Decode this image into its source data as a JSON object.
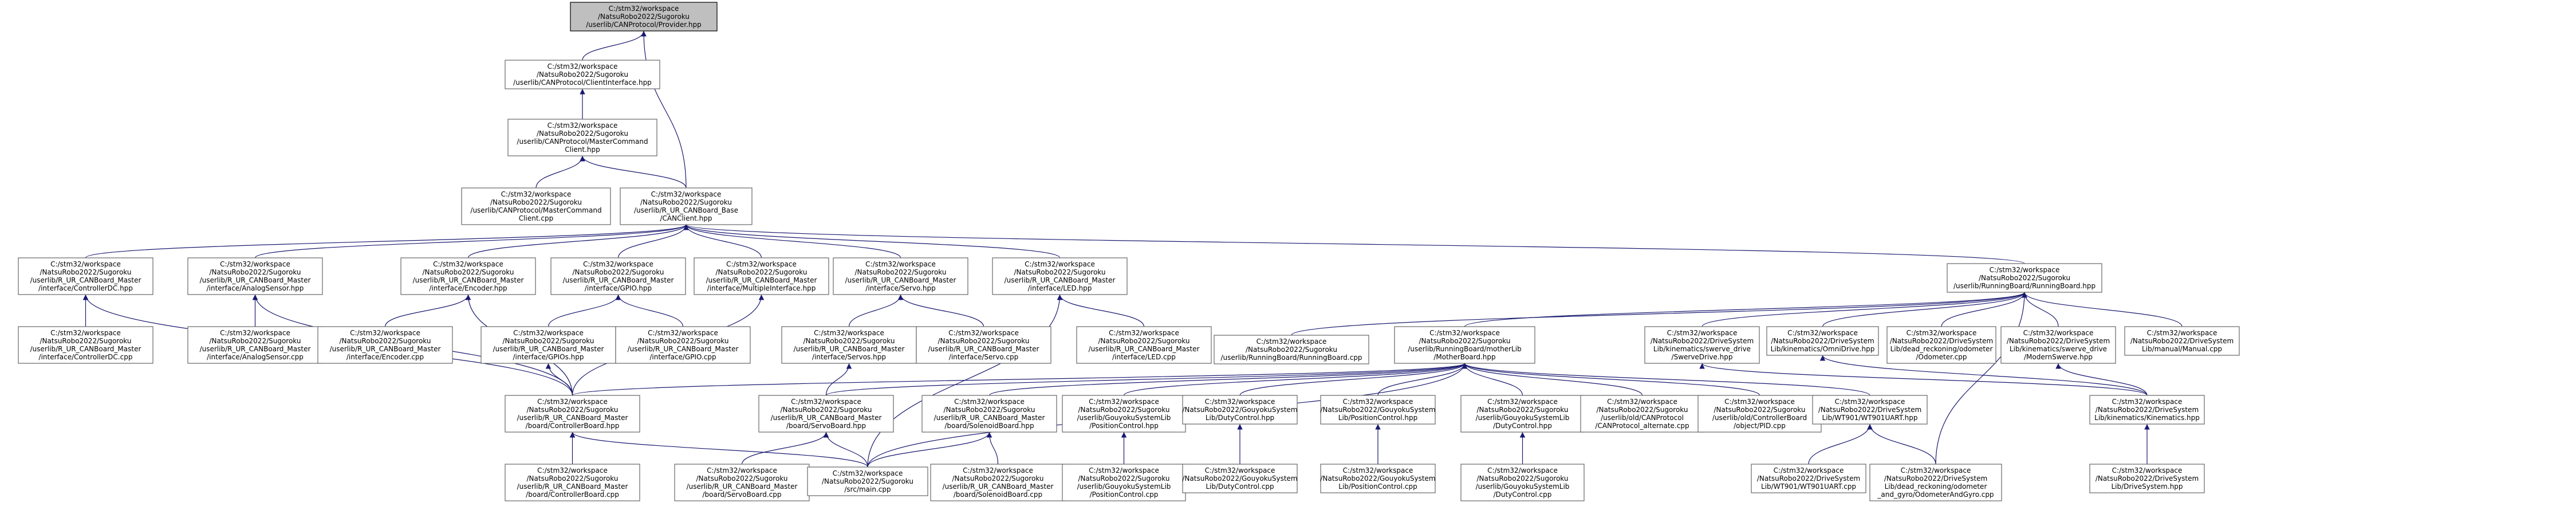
{
  "colors": {
    "node_fill": "#ffffff",
    "root_fill": "#bfbfbf",
    "node_border": "#666666",
    "edge": "#191970"
  },
  "nodes": [
    {
      "id": "provider",
      "lines": [
        "C:/stm32/workspace",
        "/NatsuRobo2022/Sugoroku",
        "/userlib/CANProtocol/Provider.hpp"
      ]
    },
    {
      "id": "client_if",
      "lines": [
        "C:/stm32/workspace",
        "/NatsuRobo2022/Sugoroku",
        "/userlib/CANProtocol/ClientInterface.hpp"
      ]
    },
    {
      "id": "master_cmd_h",
      "lines": [
        "C:/stm32/workspace",
        "/NatsuRobo2022/Sugoroku",
        "/userlib/CANProtocol/MasterCommand",
        "Client.hpp"
      ]
    },
    {
      "id": "master_cmd_cpp",
      "lines": [
        "C:/stm32/workspace",
        "/NatsuRobo2022/Sugoroku",
        "/userlib/CANProtocol/MasterCommand",
        "Client.cpp"
      ]
    },
    {
      "id": "canclient",
      "lines": [
        "C:/stm32/workspace",
        "/NatsuRobo2022/Sugoroku",
        "/userlib/R_UR_CANBoard_Base",
        "/CANClient.hpp"
      ]
    },
    {
      "id": "if_dc",
      "lines": [
        "C:/stm32/workspace",
        "/NatsuRobo2022/Sugoroku",
        "/userlib/R_UR_CANBoard_Master",
        "/interface/ControllerDC.hpp"
      ]
    },
    {
      "id": "if_analog",
      "lines": [
        "C:/stm32/workspace",
        "/NatsuRobo2022/Sugoroku",
        "/userlib/R_UR_CANBoard_Master",
        "/interface/AnalogSensor.hpp"
      ]
    },
    {
      "id": "if_encoder",
      "lines": [
        "C:/stm32/workspace",
        "/NatsuRobo2022/Sugoroku",
        "/userlib/R_UR_CANBoard_Master",
        "/interface/Encoder.hpp"
      ]
    },
    {
      "id": "if_gpio",
      "lines": [
        "C:/stm32/workspace",
        "/NatsuRobo2022/Sugoroku",
        "/userlib/R_UR_CANBoard_Master",
        "/interface/GPIO.hpp"
      ]
    },
    {
      "id": "if_multiple",
      "lines": [
        "C:/stm32/workspace",
        "/NatsuRobo2022/Sugoroku",
        "/userlib/R_UR_CANBoard_Master",
        "/interface/MultipleInterface.hpp"
      ]
    },
    {
      "id": "if_servo",
      "lines": [
        "C:/stm32/workspace",
        "/NatsuRobo2022/Sugoroku",
        "/userlib/R_UR_CANBoard_Master",
        "/interface/Servo.hpp"
      ]
    },
    {
      "id": "if_led",
      "lines": [
        "C:/stm32/workspace",
        "/NatsuRobo2022/Sugoroku",
        "/userlib/R_UR_CANBoard_Master",
        "/interface/LED.hpp"
      ]
    },
    {
      "id": "running_board",
      "lines": [
        "C:/stm32/workspace",
        "/NatsuRobo2022/Sugoroku",
        "/userlib/RunningBoard/RunningBoard.hpp"
      ]
    },
    {
      "id": "if_dc_cpp",
      "lines": [
        "C:/stm32/workspace",
        "/NatsuRobo2022/Sugoroku",
        "/userlib/R_UR_CANBoard_Master",
        "/interface/ControllerDC.cpp"
      ]
    },
    {
      "id": "if_analog_cpp",
      "lines": [
        "C:/stm32/workspace",
        "/NatsuRobo2022/Sugoroku",
        "/userlib/R_UR_CANBoard_Master",
        "/interface/AnalogSensor.cpp"
      ]
    },
    {
      "id": "if_encoder_cpp",
      "lines": [
        "C:/stm32/workspace",
        "/NatsuRobo2022/Sugoroku",
        "/userlib/R_UR_CANBoard_Master",
        "/interface/Encoder.cpp"
      ]
    },
    {
      "id": "if_gpios",
      "lines": [
        "C:/stm32/workspace",
        "/NatsuRobo2022/Sugoroku",
        "/userlib/R_UR_CANBoard_Master",
        "/interface/GPIOs.hpp"
      ]
    },
    {
      "id": "if_gpio_cpp",
      "lines": [
        "C:/stm32/workspace",
        "/NatsuRobo2022/Sugoroku",
        "/userlib/R_UR_CANBoard_Master",
        "/interface/GPIO.cpp"
      ]
    },
    {
      "id": "if_servos",
      "lines": [
        "C:/stm32/workspace",
        "/NatsuRobo2022/Sugoroku",
        "/userlib/R_UR_CANBoard_Master",
        "/interface/Servos.hpp"
      ]
    },
    {
      "id": "if_servo_cpp",
      "lines": [
        "C:/stm32/workspace",
        "/NatsuRobo2022/Sugoroku",
        "/userlib/R_UR_CANBoard_Master",
        "/interface/Servo.cpp"
      ]
    },
    {
      "id": "if_led_cpp",
      "lines": [
        "C:/stm32/workspace",
        "/NatsuRobo2022/Sugoroku",
        "/userlib/R_UR_CANBoard_Master",
        "/interface/LED.cpp"
      ]
    },
    {
      "id": "running_board_cpp",
      "lines": [
        "C:/stm32/workspace",
        "/NatsuRobo2022/Sugoroku",
        "/userlib/RunningBoard/RunningBoard.cpp"
      ]
    },
    {
      "id": "mother_board",
      "lines": [
        "C:/stm32/workspace",
        "/NatsuRobo2022/Sugoroku",
        "/userlib/RunningBoard/motherLib",
        "/MotherBoard.hpp"
      ]
    },
    {
      "id": "swerve_drive",
      "lines": [
        "C:/stm32/workspace",
        "/NatsuRobo2022/DriveSystem",
        "Lib/kinematics/swerve_drive",
        "/SwerveDrive.hpp"
      ]
    },
    {
      "id": "omni_drive",
      "lines": [
        "C:/stm32/workspace",
        "/NatsuRobo2022/DriveSystem",
        "Lib/kinematics/OmniDrive.hpp"
      ]
    },
    {
      "id": "odometer",
      "lines": [
        "C:/stm32/workspace",
        "/NatsuRobo2022/DriveSystem",
        "Lib/dead_reckoning/odometer",
        "/Odometer.cpp"
      ]
    },
    {
      "id": "modern_swerve",
      "lines": [
        "C:/stm32/workspace",
        "/NatsuRobo2022/DriveSystem",
        "Lib/kinematics/swerve_drive",
        "/ModernSwerve.hpp"
      ]
    },
    {
      "id": "manual",
      "lines": [
        "C:/stm32/workspace",
        "/NatsuRobo2022/DriveSystem",
        "Lib/manual/Manual.cpp"
      ]
    },
    {
      "id": "controller_board",
      "lines": [
        "C:/stm32/workspace",
        "/NatsuRobo2022/Sugoroku",
        "/userlib/R_UR_CANBoard_Master",
        "/board/ControllerBoard.hpp"
      ]
    },
    {
      "id": "servo_board",
      "lines": [
        "C:/stm32/workspace",
        "/NatsuRobo2022/Sugoroku",
        "/userlib/R_UR_CANBoard_Master",
        "/board/ServoBoard.hpp"
      ]
    },
    {
      "id": "solenoid_board",
      "lines": [
        "C:/stm32/workspace",
        "/NatsuRobo2022/Sugoroku",
        "/userlib/R_UR_CANBoard_Master",
        "/board/SolenoidBoard.hpp"
      ]
    },
    {
      "id": "position_control_h",
      "lines": [
        "C:/stm32/workspace",
        "/NatsuRobo2022/Sugoroku",
        "/userlib/GouyokuSystemLib",
        "/PositionControl.hpp"
      ]
    },
    {
      "id": "duty_control_h",
      "lines": [
        "C:/stm32/workspace",
        "/NatsuRobo2022/GouyokuSystem",
        "Lib/DutyControl.hpp"
      ]
    },
    {
      "id": "position_control_h2",
      "lines": [
        "C:/stm32/workspace",
        "/NatsuRobo2022/GouyokuSystem",
        "Lib/PositionControl.hpp"
      ]
    },
    {
      "id": "duty_control_h2",
      "lines": [
        "C:/stm32/workspace",
        "/NatsuRobo2022/Sugoroku",
        "/userlib/GouyokuSystemLib",
        "/DutyControl.hpp"
      ]
    },
    {
      "id": "can_protocol_alt",
      "lines": [
        "C:/stm32/workspace",
        "/NatsuRobo2022/Sugoroku",
        "/userlib/old/CANProtocol",
        "/CANProtocol_alternate.cpp"
      ]
    },
    {
      "id": "pid",
      "lines": [
        "C:/stm32/workspace",
        "/NatsuRobo2022/Sugoroku",
        "/userlib/old/ControllerBoard",
        "/object/PID.cpp"
      ]
    },
    {
      "id": "wt901_h",
      "lines": [
        "C:/stm32/workspace",
        "/NatsuRobo2022/DriveSystem",
        "Lib/WT901/WT901UART.hpp"
      ]
    },
    {
      "id": "kinematics",
      "lines": [
        "C:/stm32/workspace",
        "/NatsuRobo2022/DriveSystem",
        "Lib/kinematics/Kinematics.hpp"
      ]
    },
    {
      "id": "controller_board_cpp",
      "lines": [
        "C:/stm32/workspace",
        "/NatsuRobo2022/Sugoroku",
        "/userlib/R_UR_CANBoard_Master",
        "/board/ControllerBoard.cpp"
      ]
    },
    {
      "id": "servo_board_cpp",
      "lines": [
        "C:/stm32/workspace",
        "/NatsuRobo2022/Sugoroku",
        "/userlib/R_UR_CANBoard_Master",
        "/board/ServoBoard.cpp"
      ]
    },
    {
      "id": "main_cpp",
      "lines": [
        "C:/stm32/workspace",
        "/NatsuRobo2022/Sugoroku",
        "/src/main.cpp"
      ]
    },
    {
      "id": "solenoid_board_cpp",
      "lines": [
        "C:/stm32/workspace",
        "/NatsuRobo2022/Sugoroku",
        "/userlib/R_UR_CANBoard_Master",
        "/board/SolenoidBoard.cpp"
      ]
    },
    {
      "id": "position_control_cpp",
      "lines": [
        "C:/stm32/workspace",
        "/NatsuRobo2022/Sugoroku",
        "/userlib/GouyokuSystemLib",
        "/PositionControl.cpp"
      ]
    },
    {
      "id": "duty_control_cpp",
      "lines": [
        "C:/stm32/workspace",
        "/NatsuRobo2022/GouyokuSystem",
        "Lib/DutyControl.cpp"
      ]
    },
    {
      "id": "position_control_cpp2",
      "lines": [
        "C:/stm32/workspace",
        "/NatsuRobo2022/GouyokuSystem",
        "Lib/PositionControl.cpp"
      ]
    },
    {
      "id": "duty_control_cpp2",
      "lines": [
        "C:/stm32/workspace",
        "/NatsuRobo2022/Sugoroku",
        "/userlib/GouyokuSystemLib",
        "/DutyControl.cpp"
      ]
    },
    {
      "id": "wt901_cpp",
      "lines": [
        "C:/stm32/workspace",
        "/NatsuRobo2022/DriveSystem",
        "Lib/WT901/WT901UART.cpp"
      ]
    },
    {
      "id": "odometer_gyro",
      "lines": [
        "C:/stm32/workspace",
        "/NatsuRobo2022/DriveSystem",
        "Lib/dead_reckoning/odometer",
        "_and_gyro/OdometerAndGyro.cpp"
      ]
    },
    {
      "id": "drive_system",
      "lines": [
        "C:/stm32/workspace",
        "/NatsuRobo2022/DriveSystem",
        "Lib/DriveSystem.hpp"
      ]
    }
  ],
  "edges": [
    [
      "client_if",
      "provider"
    ],
    [
      "canclient",
      "provider"
    ],
    [
      "master_cmd_h",
      "client_if"
    ],
    [
      "canclient",
      "master_cmd_h"
    ],
    [
      "master_cmd_cpp",
      "master_cmd_h"
    ],
    [
      "if_dc",
      "canclient"
    ],
    [
      "if_analog",
      "canclient"
    ],
    [
      "if_encoder",
      "canclient"
    ],
    [
      "if_gpio",
      "canclient"
    ],
    [
      "if_multiple",
      "canclient"
    ],
    [
      "if_servo",
      "canclient"
    ],
    [
      "if_led",
      "canclient"
    ],
    [
      "running_board",
      "canclient"
    ],
    [
      "if_dc_cpp",
      "if_dc"
    ],
    [
      "controller_board",
      "if_dc"
    ],
    [
      "if_analog_cpp",
      "if_analog"
    ],
    [
      "controller_board",
      "if_analog"
    ],
    [
      "if_encoder_cpp",
      "if_encoder"
    ],
    [
      "controller_board",
      "if_encoder"
    ],
    [
      "if_gpios",
      "if_gpio"
    ],
    [
      "if_gpio_cpp",
      "if_gpio"
    ],
    [
      "controller_board",
      "if_multiple"
    ],
    [
      "if_servos",
      "if_servo"
    ],
    [
      "if_servo_cpp",
      "if_servo"
    ],
    [
      "if_led_cpp",
      "if_led"
    ],
    [
      "main_cpp",
      "if_led"
    ],
    [
      "controller_board",
      "if_gpios"
    ],
    [
      "servo_board",
      "if_servos"
    ],
    [
      "running_board_cpp",
      "running_board"
    ],
    [
      "mother_board",
      "running_board"
    ],
    [
      "swerve_drive",
      "running_board"
    ],
    [
      "omni_drive",
      "running_board"
    ],
    [
      "odometer",
      "running_board"
    ],
    [
      "modern_swerve",
      "running_board"
    ],
    [
      "manual",
      "running_board"
    ],
    [
      "controller_board",
      "mother_board"
    ],
    [
      "servo_board",
      "mother_board"
    ],
    [
      "solenoid_board",
      "mother_board"
    ],
    [
      "position_control_h",
      "mother_board"
    ],
    [
      "duty_control_h",
      "mother_board"
    ],
    [
      "position_control_h2",
      "mother_board"
    ],
    [
      "duty_control_h2",
      "mother_board"
    ],
    [
      "can_protocol_alt",
      "mother_board"
    ],
    [
      "pid",
      "mother_board"
    ],
    [
      "wt901_h",
      "mother_board"
    ],
    [
      "main_cpp",
      "mother_board"
    ],
    [
      "kinematics",
      "swerve_drive"
    ],
    [
      "kinematics",
      "omni_drive"
    ],
    [
      "kinematics",
      "modern_swerve"
    ],
    [
      "controller_board_cpp",
      "controller_board"
    ],
    [
      "main_cpp",
      "controller_board"
    ],
    [
      "servo_board_cpp",
      "servo_board"
    ],
    [
      "main_cpp",
      "servo_board"
    ],
    [
      "solenoid_board_cpp",
      "solenoid_board"
    ],
    [
      "main_cpp",
      "solenoid_board"
    ],
    [
      "position_control_cpp",
      "position_control_h"
    ],
    [
      "duty_control_cpp",
      "duty_control_h"
    ],
    [
      "position_control_cpp2",
      "position_control_h2"
    ],
    [
      "duty_control_cpp2",
      "duty_control_h2"
    ],
    [
      "wt901_cpp",
      "wt901_h"
    ],
    [
      "odometer_gyro",
      "wt901_h"
    ],
    [
      "drive_system",
      "kinematics"
    ],
    [
      "odometer_gyro",
      "running_board"
    ]
  ]
}
